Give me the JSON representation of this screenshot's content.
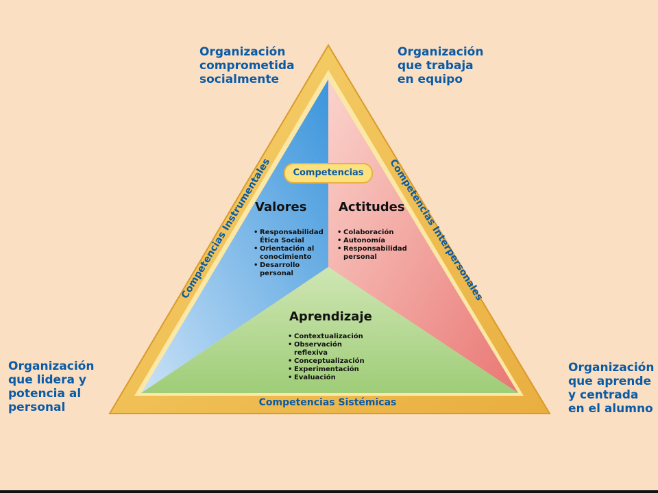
{
  "corners": {
    "top_left": "Organización\ncomprometida\nsocialmente",
    "top_right": "Organización\nque trabaja\nen equipo",
    "bottom_left": "Organización\nque lidera y\npotencia al\npersonal",
    "bottom_right": "Organización\nque aprende\ny centrada\nen el alumno"
  },
  "center_pill": "Competencias",
  "edges": {
    "left": "Competencias Instrumentales",
    "right": "Competencias Interpersonales",
    "bottom": "Competencias Sistémicas"
  },
  "sections": {
    "valores": {
      "title": "Valores",
      "items": [
        "Responsabilidad Ética Social",
        "Orientación al conocimiento",
        "Desarrollo personal"
      ]
    },
    "actitudes": {
      "title": "Actitudes",
      "items": [
        "Colaboración",
        "Autonomía",
        "Responsabilidad personal"
      ]
    },
    "aprendizaje": {
      "title": "Aprendizaje",
      "items": [
        "Contextualización",
        "Observación reflexiva",
        "Conceptualización",
        "Experimentación",
        "Evaluación"
      ]
    }
  },
  "colors": {
    "background": "#fadfc2",
    "frame": "#f4c65a",
    "text_blue": "#0a5aa6",
    "valores_fill": "#5aa8e4",
    "actitudes_fill": "#f3a6a3",
    "aprendizaje_fill": "#b9d98e"
  }
}
